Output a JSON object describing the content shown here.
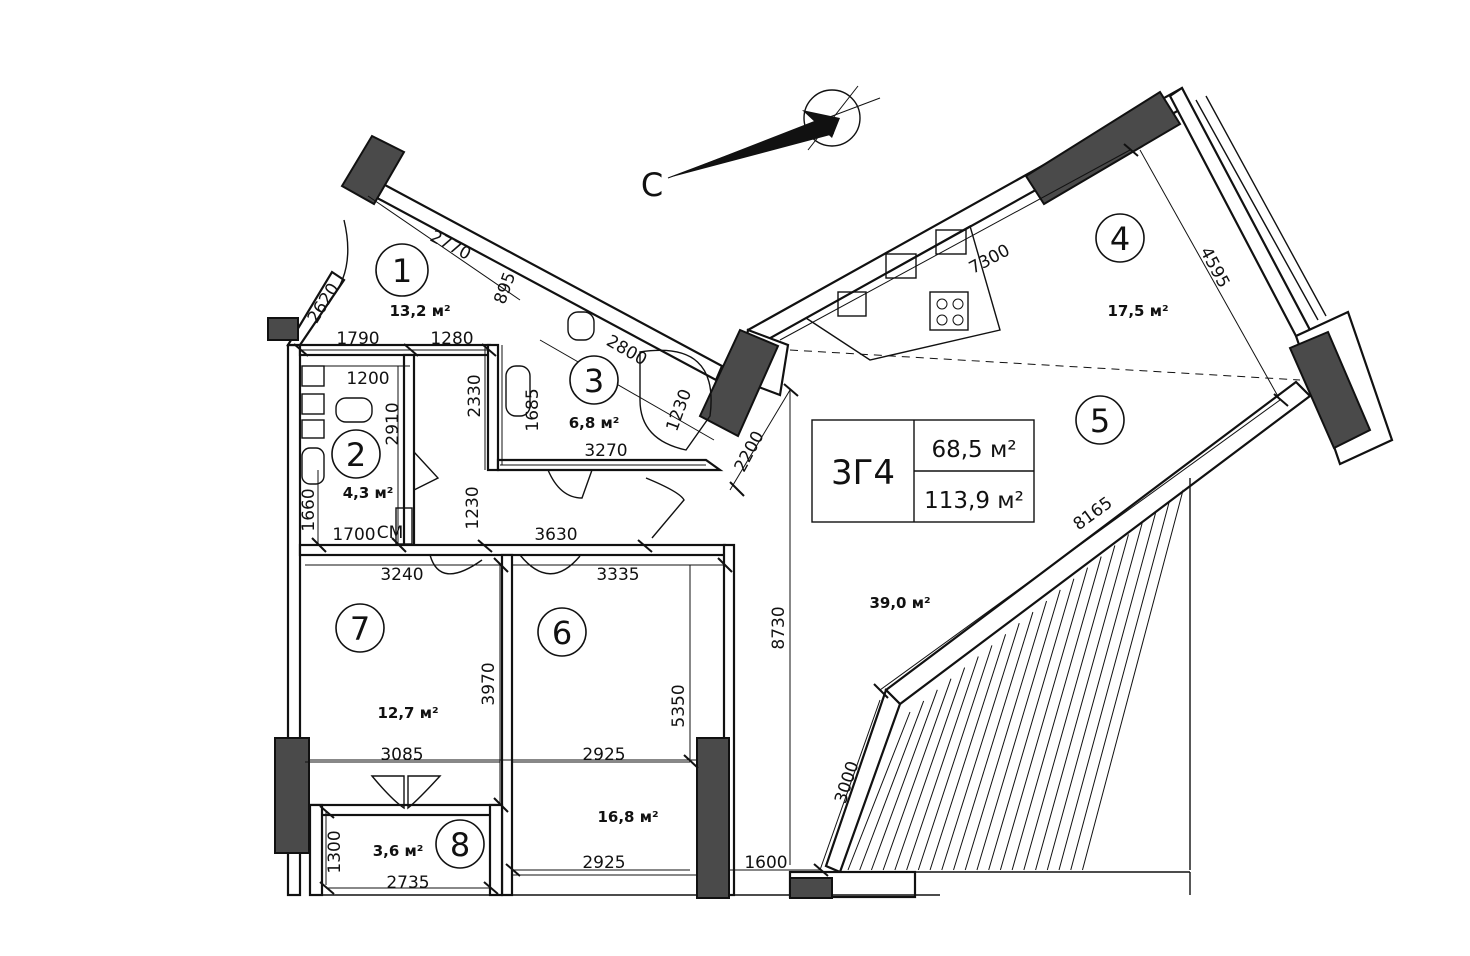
{
  "compass": {
    "label": "С"
  },
  "apartment": {
    "code": "3Г4",
    "living_area": "68,5 м²",
    "total_area": "113,9 м²"
  },
  "rooms": [
    {
      "number": "1",
      "area": "13,2 м²"
    },
    {
      "number": "2",
      "area": "4,3 м²"
    },
    {
      "number": "3",
      "area": "6,8 м²"
    },
    {
      "number": "4",
      "area": "17,5 м²"
    },
    {
      "number": "5",
      "area": "39,0 м²"
    },
    {
      "number": "6",
      "area": "16,8 м²"
    },
    {
      "number": "7",
      "area": "12,7 м²"
    },
    {
      "number": "8",
      "area": "3,6 м²"
    }
  ],
  "room6_upper_area": "",
  "dimensions": {
    "d2770": "2770",
    "d2620": "2620",
    "d895": "895",
    "d1790": "1790",
    "d1280": "1280",
    "d2800": "2800",
    "d1200": "1200",
    "d2910": "2910",
    "d2330": "2330",
    "d1685": "1685",
    "d1230a": "1230",
    "d3270": "3270",
    "d2200": "2200",
    "d7300": "7300",
    "d4595": "4595",
    "d1660": "1660",
    "d1700": "1700",
    "sm": "СМ",
    "d1230b": "1230",
    "d3630": "3630",
    "d3240": "3240",
    "d3335": "3335",
    "d8165": "8165",
    "d8730": "8730",
    "d3970": "3970",
    "d5350": "5350",
    "d3085": "3085",
    "d2925a": "2925",
    "d3000": "3000",
    "d1300": "1300",
    "d2925b": "2925",
    "d1600": "1600",
    "d2735": "2735"
  }
}
